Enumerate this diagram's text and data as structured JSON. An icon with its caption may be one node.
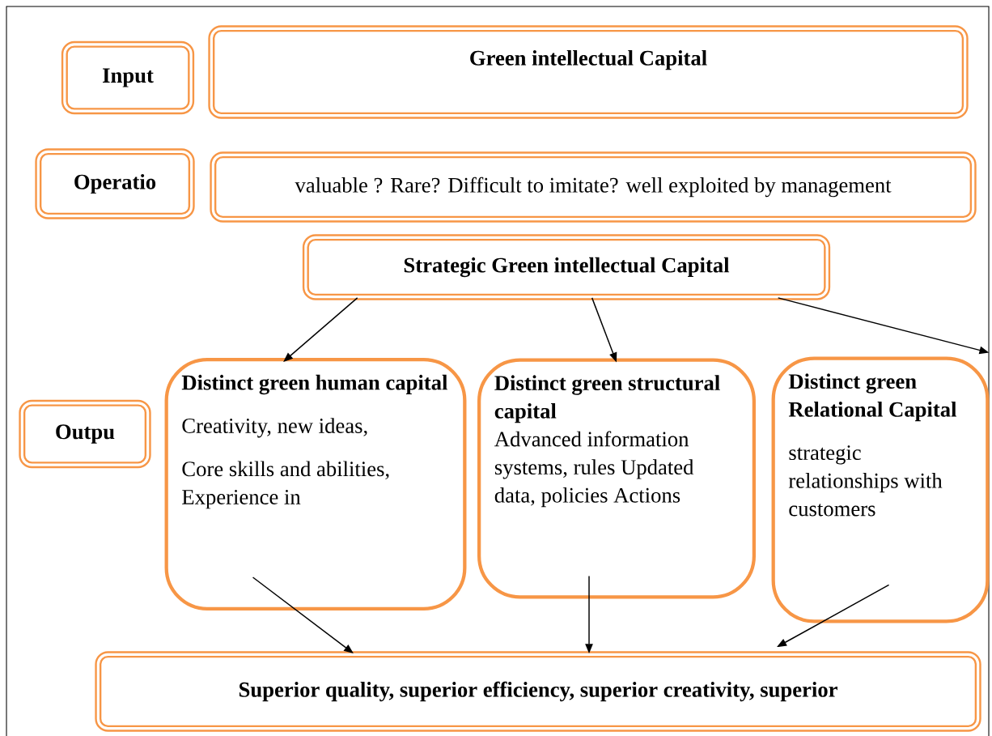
{
  "diagram": {
    "nodes": [
      {
        "text": [
          "Input"
        ]
      },
      {
        "text": [
          "Green intellectual Capital"
        ]
      },
      {
        "text": [
          "Operatio"
        ]
      },
      {
        "text": [
          "valuable ? Rare? Difficult to imitate? well exploited by management"
        ]
      },
      {
        "text": [
          "Strategic Green intellectual Capital"
        ]
      },
      {
        "text": [
          "Outpu"
        ]
      },
      {
        "text": [
          "Distinct green human capital",
          "Creativity, new ideas,",
          "Core skills and abilities, Experience in"
        ]
      },
      {
        "text": [
          "Distinct green structural capital",
          "Advanced information systems, rules Updated data, policies Actions"
        ]
      },
      {
        "text": [
          "Distinct green Relational Capital",
          "strategic relationships with customers"
        ]
      },
      {
        "text": [
          "Superior quality, superior efficiency, superior creativity, superior"
        ]
      }
    ],
    "edges": [
      {
        "from": 4,
        "to": 6,
        "arrow": "to"
      },
      {
        "from": 4,
        "to": 7,
        "arrow": "to"
      },
      {
        "from": 4,
        "to": 8,
        "arrow": "to"
      },
      {
        "from": 6,
        "to": 9,
        "arrow": "to"
      },
      {
        "from": 7,
        "to": 9,
        "arrow": "to"
      },
      {
        "from": 8,
        "to": 9,
        "arrow": "to"
      }
    ]
  }
}
